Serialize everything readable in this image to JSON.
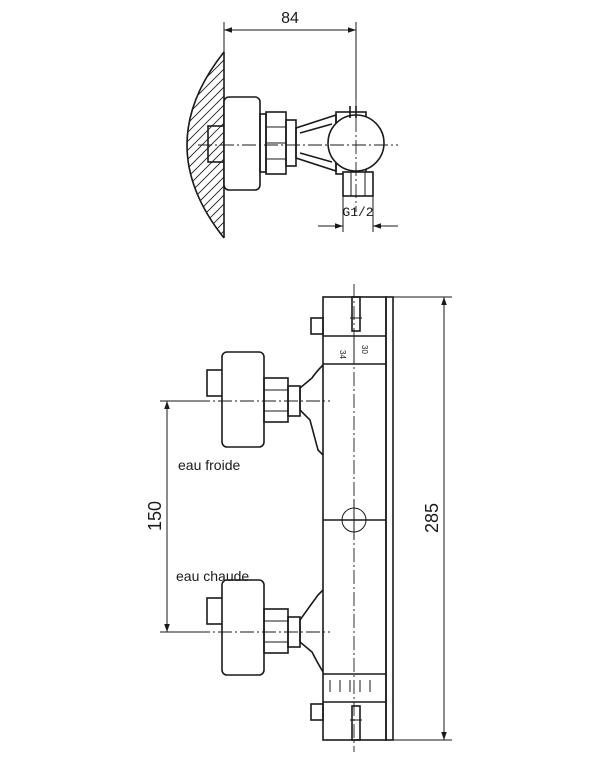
{
  "top_view": {
    "dim_width": "84",
    "dim_thread": "G1/2"
  },
  "front_view": {
    "dim_height": "285",
    "dim_spacing": "150",
    "label_cold": "eau froide",
    "label_hot": "eau chaude",
    "scale_a": "34",
    "scale_b": "30"
  }
}
